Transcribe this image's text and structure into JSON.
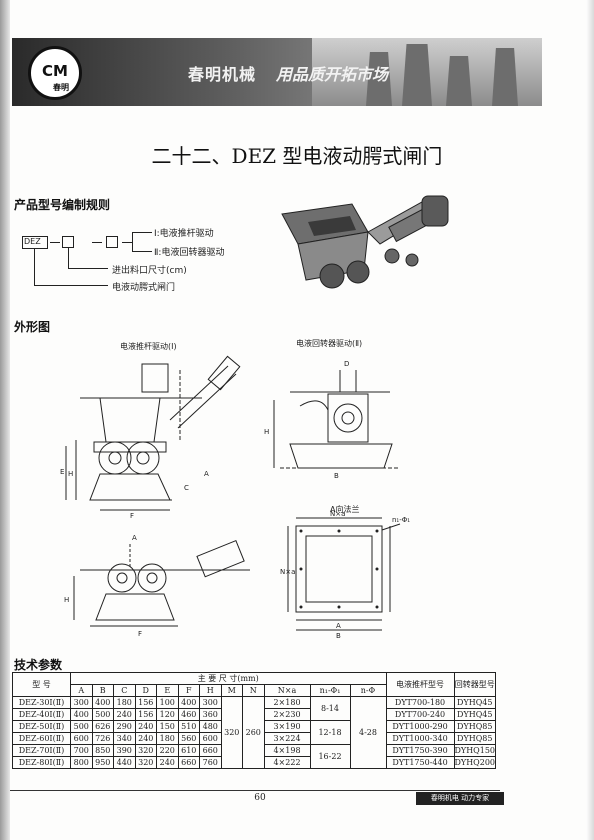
{
  "header": {
    "logo_text": "春明",
    "brand": "春明机械",
    "slogan": "用品质开拓市场"
  },
  "title": "二十二、DEZ 型电液动腭式闸门",
  "model_rule": {
    "heading": "产品型号编制规则",
    "prefix": "DEZ",
    "opt1": "Ⅰ:电液推杆驱动",
    "opt2": "Ⅱ:电液回转器驱动",
    "size_label": "进出料口尺寸(cm)",
    "name_label": "电液动腭式闸门"
  },
  "drawings": {
    "heading": "外形图",
    "label1": "电液推杆驱动(Ⅰ)",
    "label2": "电液回转器驱动(Ⅱ)",
    "label3": "A向法兰"
  },
  "specs": {
    "heading": "技术参数",
    "col_model": "型 号",
    "col_dims": "主 要 尺 寸(mm)",
    "col_pusher": "电液推杆型号",
    "col_rotator": "回转器型号",
    "sub_headers": [
      "A",
      "B",
      "C",
      "D",
      "E",
      "F",
      "H",
      "M",
      "N",
      "N×a",
      "n₁-Φ₁",
      "n-Φ"
    ],
    "rows": [
      {
        "model": "DEZ-30Ⅰ(Ⅱ)",
        "A": "300",
        "B": "400",
        "C": "180",
        "D": "156",
        "E": "100",
        "F": "400",
        "H": "300",
        "Nxa": "2×180",
        "pusher": "DYT700-180",
        "rotator": "DYHQ45"
      },
      {
        "model": "DEZ-40Ⅰ(Ⅱ)",
        "A": "400",
        "B": "500",
        "C": "240",
        "D": "156",
        "E": "120",
        "F": "460",
        "H": "360",
        "Nxa": "2×230",
        "pusher": "DYT700-240",
        "rotator": "DYHQ45"
      },
      {
        "model": "DEZ-50Ⅰ(Ⅱ)",
        "A": "500",
        "B": "626",
        "C": "290",
        "D": "240",
        "E": "150",
        "F": "510",
        "H": "480",
        "Nxa": "3×190",
        "pusher": "DYT1000-290",
        "rotator": "DYHQ85"
      },
      {
        "model": "DEZ-60Ⅰ(Ⅱ)",
        "A": "600",
        "B": "726",
        "C": "340",
        "D": "240",
        "E": "180",
        "F": "560",
        "H": "600",
        "Nxa": "3×224",
        "pusher": "DYT1000-340",
        "rotator": "DYHQ85"
      },
      {
        "model": "DEZ-70Ⅰ(Ⅱ)",
        "A": "700",
        "B": "850",
        "C": "390",
        "D": "320",
        "E": "220",
        "F": "610",
        "H": "660",
        "Nxa": "4×198",
        "pusher": "DYT1750-390",
        "rotator": "DYHQ150"
      },
      {
        "model": "DEZ-80Ⅰ(Ⅱ)",
        "A": "800",
        "B": "950",
        "C": "440",
        "D": "320",
        "E": "240",
        "F": "660",
        "H": "760",
        "Nxa": "4×222",
        "pusher": "DYT1750-440",
        "rotator": "DYHQ200"
      }
    ],
    "M": "320",
    "N": "260",
    "n1": [
      "8-14",
      "12-18",
      "16-22"
    ],
    "nphi": "4-28"
  },
  "footer": {
    "page": "60",
    "badge": "春明机电 动力专家"
  }
}
